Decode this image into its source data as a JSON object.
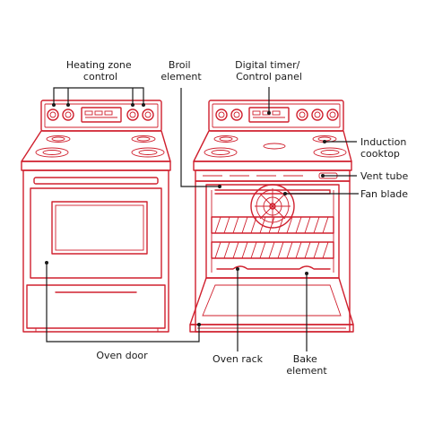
{
  "labels": {
    "heating_zone_control": [
      "Heating zone",
      "control"
    ],
    "broil_element": [
      "Broil",
      "element"
    ],
    "digital_timer": [
      "Digital timer/",
      "Control panel"
    ],
    "induction_cooktop": [
      "Induction",
      "cooktop"
    ],
    "vent_tube": "Vent tube",
    "fan_blade": "Fan blade",
    "oven_door": "Oven door",
    "oven_rack": "Oven rack",
    "bake_element": [
      "Bake",
      "element"
    ]
  },
  "colors": {
    "illustration": "#d0202e",
    "callout": "#1a1a1a",
    "background": "#ffffff"
  }
}
